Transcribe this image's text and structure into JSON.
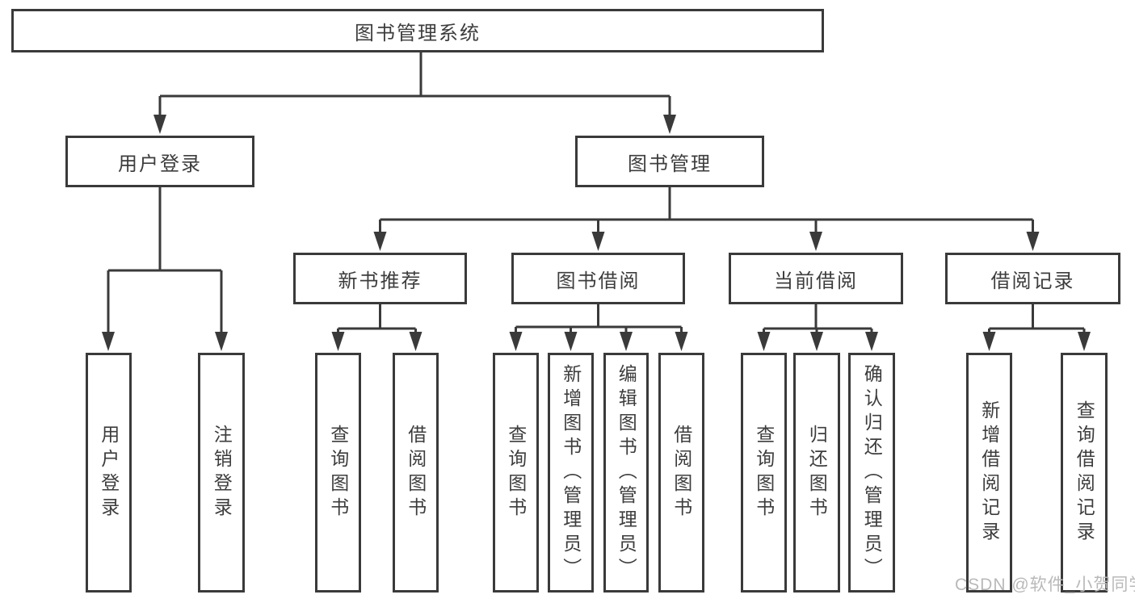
{
  "nodes": {
    "root": {
      "label": "图书管理系统"
    },
    "user_login": {
      "label": "用户登录"
    },
    "book_mgmt": {
      "label": "图书管理"
    },
    "new_book_rec": {
      "label": "新书推荐"
    },
    "book_borrow": {
      "label": "图书借阅"
    },
    "current_borrow": {
      "label": "当前借阅"
    },
    "borrow_record": {
      "label": "借阅记录"
    },
    "leaf_user_login": {
      "label": "用户登录"
    },
    "leaf_logout": {
      "label": "注销登录"
    },
    "leaf_query_book_rec": {
      "label": "查询图书"
    },
    "leaf_borrow_book_rec": {
      "label": "借阅图书"
    },
    "leaf_query_book_borrow": {
      "label": "查询图书"
    },
    "leaf_add_book": {
      "label": "新增图书（管理员）"
    },
    "leaf_edit_book": {
      "label": "编辑图书（管理员）"
    },
    "leaf_borrow_book": {
      "label": "借阅图书"
    },
    "leaf_query_book_current": {
      "label": "查询图书"
    },
    "leaf_return_book": {
      "label": "归还图书"
    },
    "leaf_confirm_return": {
      "label": "确认归还（管理员）"
    },
    "leaf_add_record": {
      "label": "新增借阅记录"
    },
    "leaf_query_record": {
      "label": "查询借阅记录"
    }
  },
  "hierarchy": {
    "图书管理系统": {
      "用户登录": [
        "用户登录",
        "注销登录"
      ],
      "图书管理": {
        "新书推荐": [
          "查询图书",
          "借阅图书"
        ],
        "图书借阅": [
          "查询图书",
          "新增图书（管理员）",
          "编辑图书（管理员）",
          "借阅图书"
        ],
        "当前借阅": [
          "查询图书",
          "归还图书",
          "确认归还（管理员）"
        ],
        "借阅记录": [
          "新增借阅记录",
          "查询借阅记录"
        ]
      }
    }
  },
  "watermark": {
    "text": "CSDN @软件_小贺同学"
  },
  "colors": {
    "line": "#3a3a3a",
    "box_border": "#3a3a3a",
    "text": "#3d3d3d",
    "background": "#ffffff",
    "watermark": "#b9b9b9"
  }
}
